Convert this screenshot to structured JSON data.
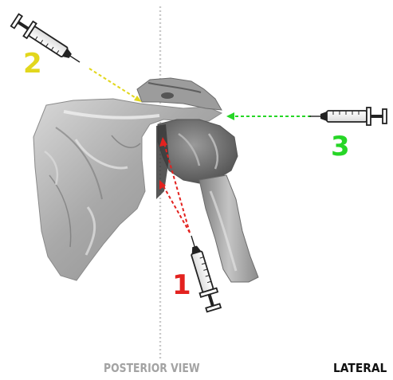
{
  "labels": {
    "injection_1": "1",
    "injection_2": "2",
    "injection_3": "3",
    "view": "POSTERIOR VIEW",
    "side": "LATERAL"
  },
  "colors": {
    "injection_1": "#e3221f",
    "injection_2": "#e2d71d",
    "injection_3": "#26d626",
    "bone": "#b9b9b9",
    "midline": "#c8c8c8"
  },
  "icons": {
    "syringe": "syringe-icon",
    "bone": "shoulder-bone-illustration"
  }
}
